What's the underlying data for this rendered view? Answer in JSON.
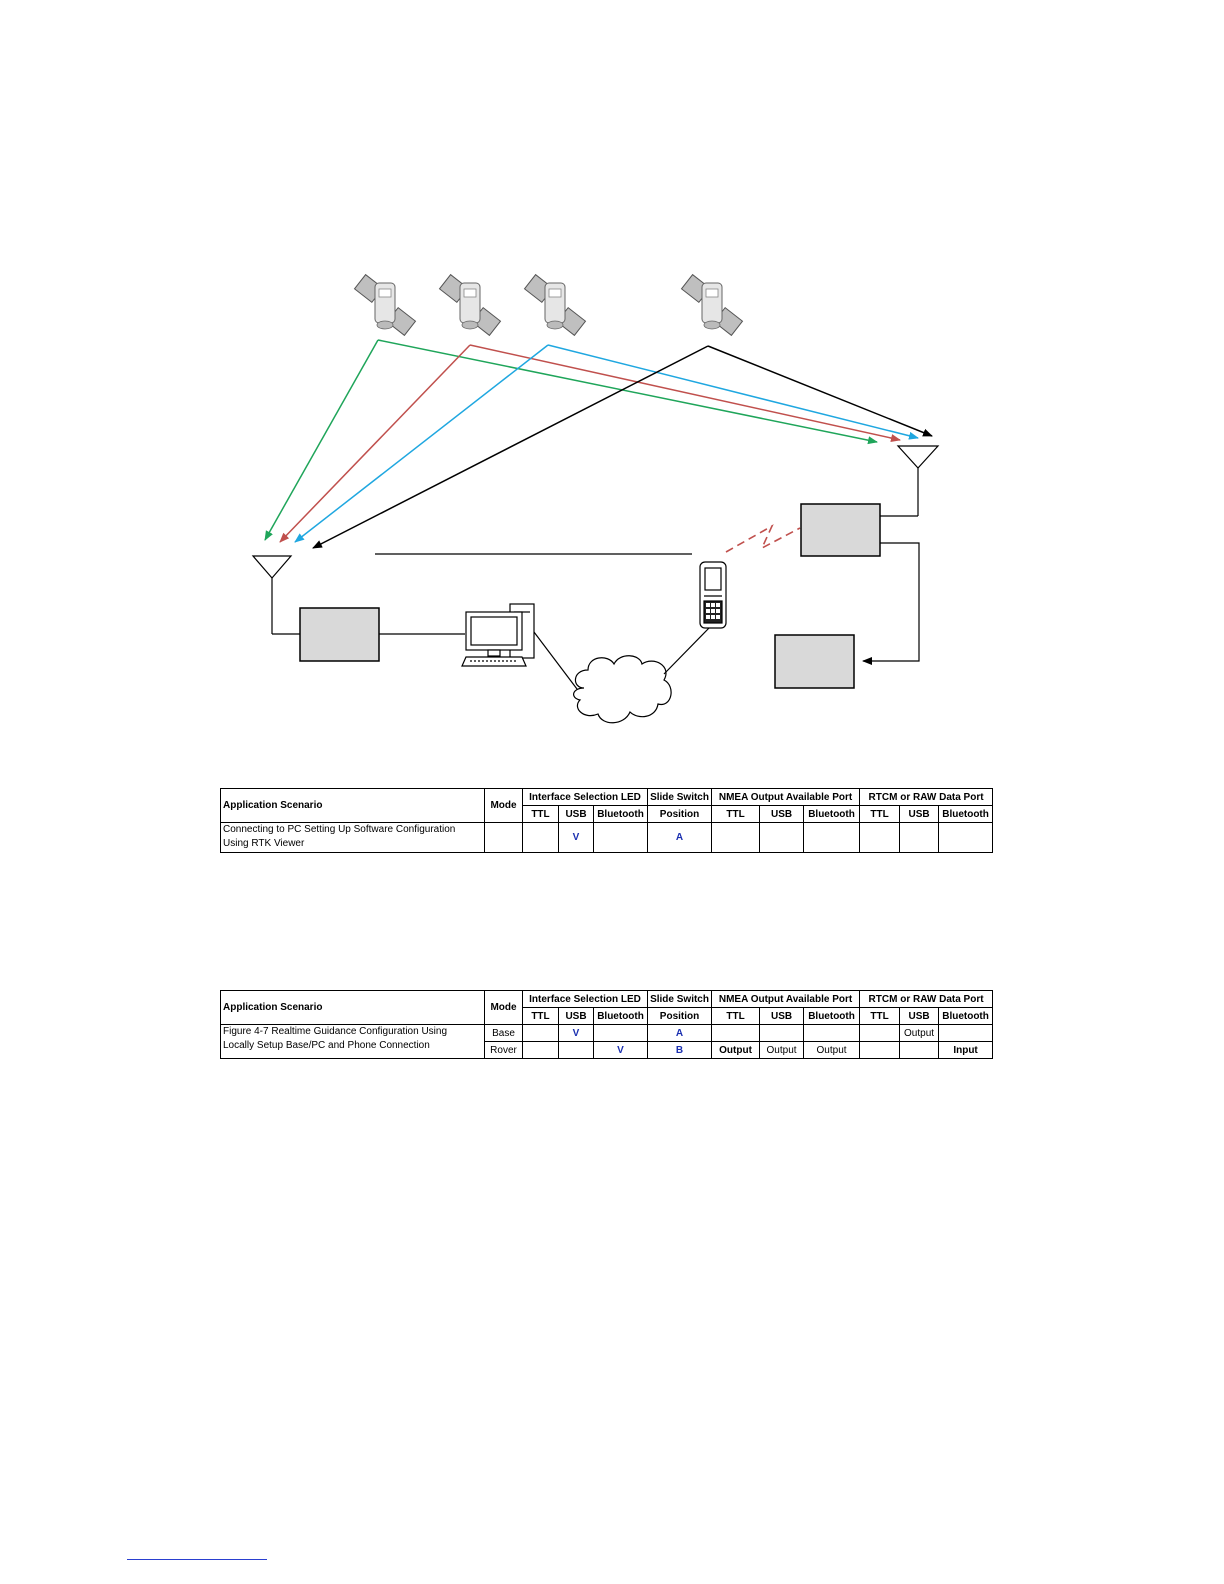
{
  "tables": {
    "headers": {
      "scenario": "Application Scenario",
      "mode": "Mode",
      "interface_led": "Interface Selection LED",
      "slide_switch": "Slide Switch",
      "position": "Position",
      "nmea_port": "NMEA Output Available Port",
      "rtcm_port": "RTCM or RAW Data Port",
      "ttl": "TTL",
      "usb": "USB",
      "bluetooth": "Bluetooth"
    },
    "table1": {
      "scenario_line1": "Connecting to PC Setting Up Software Configuration",
      "scenario_line2": "Using RTK Viewer",
      "usb_led": "V",
      "position": "A"
    },
    "table2": {
      "scenario_line1": "Figure 4-7 Realtime Guidance Configuration Using",
      "scenario_line2": "Locally Setup Base/PC and Phone Connection",
      "base": {
        "mode": "Base",
        "usb_led": "V",
        "position": "A",
        "rtcm_usb": "Output"
      },
      "rover": {
        "mode": "Rover",
        "bluetooth_led": "V",
        "position": "B",
        "nmea_ttl": "Output",
        "nmea_usb": "Output",
        "nmea_bluetooth": "Output",
        "rtcm_bluetooth": "Input"
      }
    }
  },
  "colors": {
    "green": "#1fa55a",
    "red": "#c0504d",
    "cyan": "#1fa7e0",
    "black": "#000000",
    "box_fill": "#d9d9d9",
    "dashed_link": "#c0504d",
    "led_blue": "#1a2fb0"
  },
  "icons": [
    "satellite-icon",
    "antenna-icon",
    "desktop-computer-icon",
    "mobile-phone-icon",
    "cloud-icon"
  ]
}
